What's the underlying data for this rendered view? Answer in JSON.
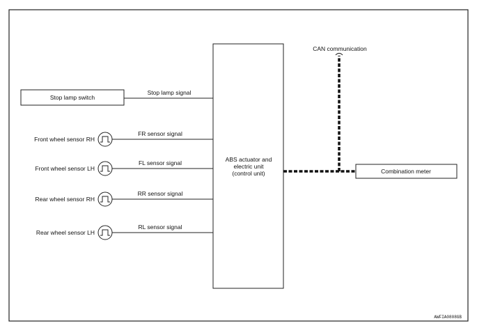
{
  "diagram": {
    "stop_lamp_switch": "Stop lamp switch",
    "stop_lamp_signal": "Stop lamp signal",
    "sensors": [
      {
        "name": "Front wheel sensor RH",
        "signal": "FR sensor signal"
      },
      {
        "name": "Front wheel sensor LH",
        "signal": "FL sensor signal"
      },
      {
        "name": "Rear wheel sensor RH",
        "signal": "RR sensor signal"
      },
      {
        "name": "Rear wheel sensor LH",
        "signal": "RL sensor signal"
      }
    ],
    "abs_unit": [
      "ABS actuator and",
      "electric unit",
      "(control unit)"
    ],
    "can_label": "CAN communication",
    "combination_meter": "Combination meter",
    "figure_code": "AWFIA0808GB"
  }
}
